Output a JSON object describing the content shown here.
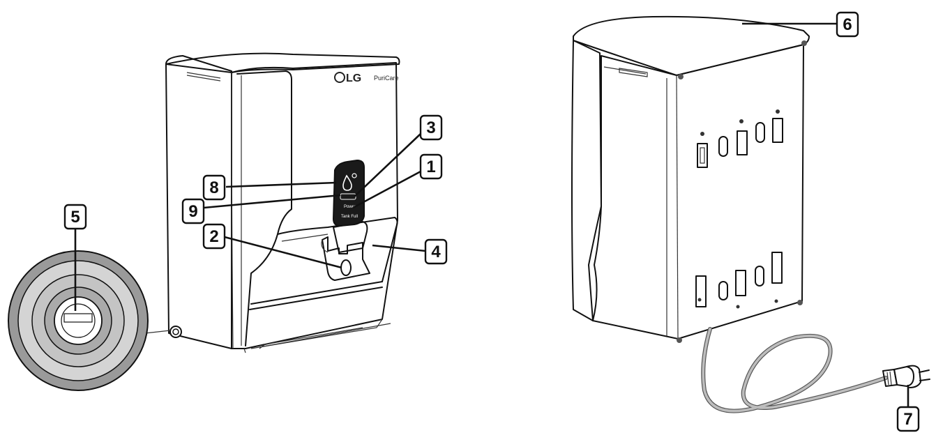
{
  "brand": {
    "logo": "LG",
    "model": "PuriCare"
  },
  "panel": {
    "label_power": "Power",
    "label_tank_full": "Tank Full"
  },
  "callouts": [
    {
      "number": "1"
    },
    {
      "number": "2"
    },
    {
      "number": "3"
    },
    {
      "number": "4"
    },
    {
      "number": "5"
    },
    {
      "number": "6"
    },
    {
      "number": "7"
    },
    {
      "number": "8"
    },
    {
      "number": "9"
    }
  ],
  "colors": {
    "line": "#111111",
    "panel": "#1a1a1a",
    "inlet_outer": "#9a9a9a",
    "inlet_mid": "#c9c9c9",
    "cord": "#bdbdbd"
  },
  "icons": {
    "water_drop": "water-drop-icon",
    "power_plug": "power-plug-icon"
  }
}
